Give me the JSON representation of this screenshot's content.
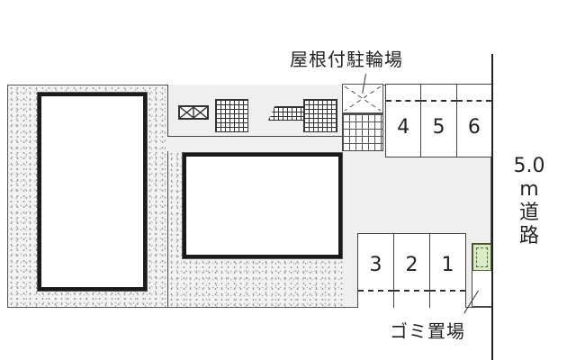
{
  "diagram": {
    "type": "site-plan",
    "labels": {
      "covered_bicycle_parking": "屋根付駐輪場",
      "garbage_area": "ゴミ置場",
      "road_width": "5.0",
      "road_unit": "m",
      "road_char1": "道",
      "road_char2": "路"
    },
    "parking_slots_top": [
      {
        "number": "4"
      },
      {
        "number": "5"
      },
      {
        "number": "6"
      }
    ],
    "parking_slots_bottom": [
      {
        "number": "3"
      },
      {
        "number": "2"
      },
      {
        "number": "1"
      }
    ],
    "colors": {
      "lot": "#efefef",
      "building_border": "#1a1a1a",
      "garbage_fill": "#d9ecc8",
      "garbage_border": "#556b2f"
    }
  }
}
